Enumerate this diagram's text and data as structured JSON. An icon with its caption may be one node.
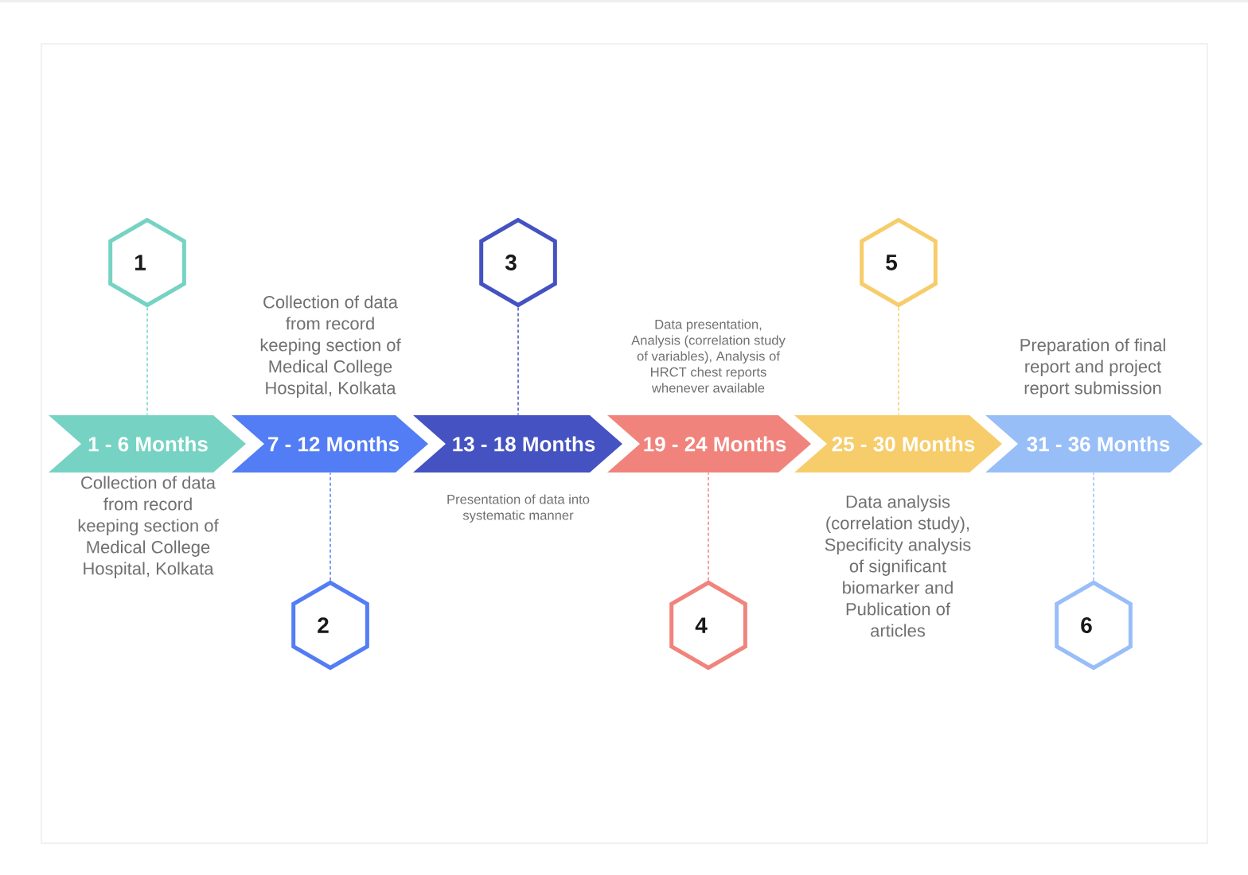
{
  "diagram": {
    "nodes": [
      {
        "text": [
          "1 - 6 Months"
        ],
        "beside": [
          "Collection of data from record keeping section of Medical College Hospital, Kolkata"
        ]
      },
      {
        "text": [
          "7 - 12 Months"
        ],
        "beside": [
          "Collection of data from record keeping section of Medical College Hospital, Kolkata"
        ]
      },
      {
        "text": [
          "13 - 18 Months"
        ],
        "beside": [
          "Presentation of data into systematic manner"
        ]
      },
      {
        "text": [
          "19 - 24 Months"
        ],
        "beside": [
          "Data presentation, Analysis (correlation study of variables), Analysis of HRCT chest reports whenever available"
        ]
      },
      {
        "text": [
          "25 - 30 Months"
        ],
        "beside": [
          "Data analysis (correlation study), Specificity analysis of significant biomarker and Publication of articles"
        ]
      },
      {
        "text": [
          "31 - 36 Months"
        ],
        "beside": [
          "Preparation of final report and project report submission"
        ]
      },
      {
        "text": [
          "1"
        ]
      },
      {
        "text": [
          "2"
        ]
      },
      {
        "text": [
          "3"
        ]
      },
      {
        "text": [
          "4"
        ]
      },
      {
        "text": [
          "5"
        ]
      },
      {
        "text": [
          "6"
        ]
      }
    ],
    "edges": [
      {
        "from": 6,
        "to": 0,
        "arrow": "none",
        "style": "dashed",
        "color": "#76d3c3"
      },
      {
        "from": 7,
        "to": 1,
        "arrow": "none",
        "style": "dashed",
        "color": "#537df5"
      },
      {
        "from": 8,
        "to": 2,
        "arrow": "none",
        "style": "dashed",
        "color": "#4552c1"
      },
      {
        "from": 9,
        "to": 3,
        "arrow": "none",
        "style": "dashed",
        "color": "#f0847c"
      },
      {
        "from": 10,
        "to": 4,
        "arrow": "none",
        "style": "dashed",
        "color": "#f6cd6a"
      },
      {
        "from": 11,
        "to": 5,
        "arrow": "none",
        "style": "dashed",
        "color": "#98bef8"
      }
    ]
  }
}
